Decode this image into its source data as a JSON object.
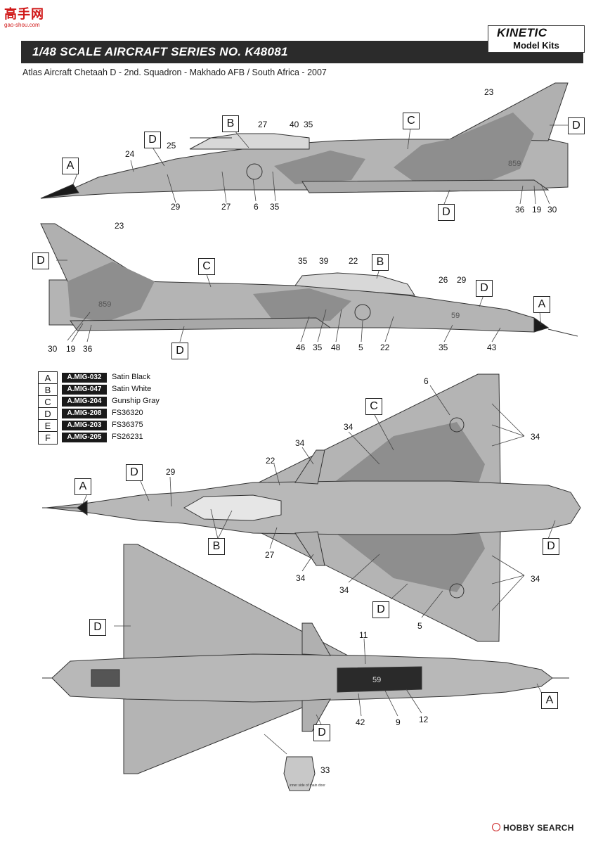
{
  "watermark": {
    "brand": "高手网",
    "url": "gao-shou.com"
  },
  "header": {
    "series_title": "1/48 SCALE  AIRCRAFT  SERIES NO. K48081",
    "logo_name": "KINETIC",
    "logo_sub": "Model Kits",
    "subtitle": "Atlas Aircraft Chetaah D - 2nd. Squadron - Makhado AFB / South Africa - 2007"
  },
  "colors": {
    "grey_light": "#b4b4b4",
    "grey_dark": "#8e8e8e",
    "satin_black": "#1a1a1a",
    "banner": "#2b2b2b",
    "watermark_red": "#d01818"
  },
  "legend": [
    {
      "letter": "A",
      "code": "A.MIG-032",
      "name": "Satin Black"
    },
    {
      "letter": "B",
      "code": "A.MIG-047",
      "name": "Satin White"
    },
    {
      "letter": "C",
      "code": "A.MIG-204",
      "name": "Gunship Gray"
    },
    {
      "letter": "D",
      "code": "A.MIG-208",
      "name": "FS36320"
    },
    {
      "letter": "E",
      "code": "A.MIG-203",
      "name": "FS36375"
    },
    {
      "letter": "F",
      "code": "A.MIG-205",
      "name": "FS26231"
    }
  ],
  "views": {
    "left_side": {
      "letters": [
        "A",
        "B",
        "C",
        "D",
        "D",
        "D"
      ],
      "numbers": [
        "23",
        "24",
        "25",
        "27",
        "40",
        "35",
        "29",
        "27",
        "6",
        "35",
        "36",
        "19",
        "30"
      ],
      "serial": "859"
    },
    "right_side": {
      "letters": [
        "D",
        "C",
        "B",
        "D",
        "A",
        "D"
      ],
      "numbers": [
        "23",
        "35",
        "39",
        "22",
        "26",
        "29",
        "30",
        "19",
        "36",
        "46",
        "35",
        "48",
        "5",
        "22",
        "35",
        "43"
      ],
      "serial": "859",
      "nose_number": "59"
    },
    "top_view": {
      "letters": [
        "C",
        "D",
        "A",
        "B",
        "D",
        "D"
      ],
      "numbers": [
        "6",
        "34",
        "34",
        "34",
        "22",
        "29",
        "27",
        "34",
        "34",
        "34",
        "5"
      ]
    },
    "bottom_view": {
      "letters": [
        "D",
        "D",
        "A"
      ],
      "numbers": [
        "11",
        "42",
        "9",
        "12",
        "33"
      ],
      "fuselage_number": "59",
      "door_note": "inner side of main door"
    }
  },
  "footer": {
    "text": "HOBBY SEARCH"
  }
}
